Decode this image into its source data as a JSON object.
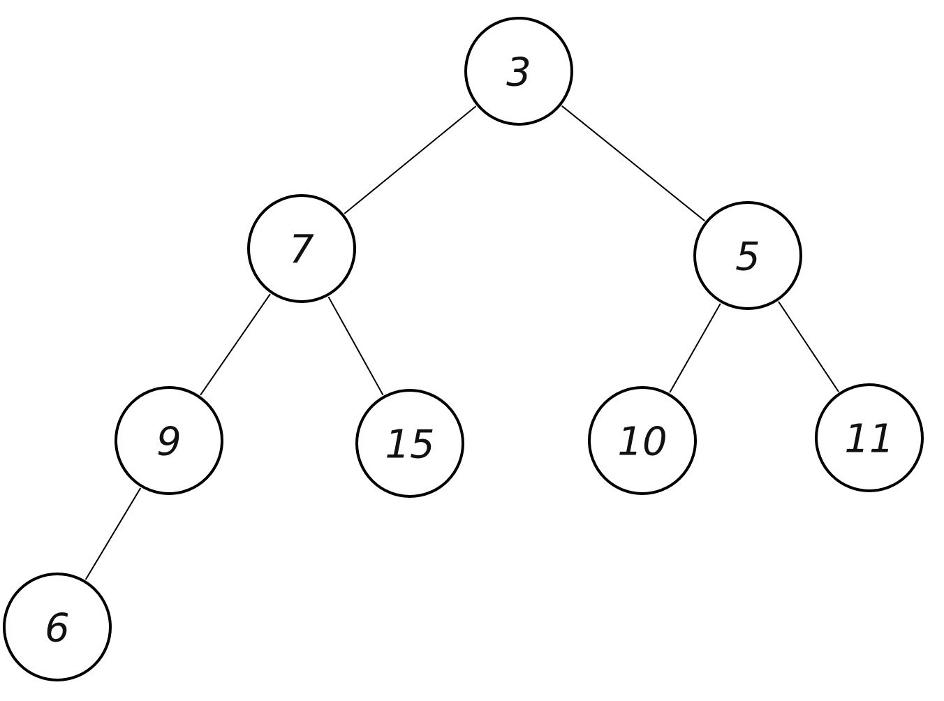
{
  "tree": {
    "nodes": [
      {
        "id": "n3",
        "label": "3"
      },
      {
        "id": "n7",
        "label": "7"
      },
      {
        "id": "n5",
        "label": "5"
      },
      {
        "id": "n9",
        "label": "9"
      },
      {
        "id": "n15",
        "label": "15"
      },
      {
        "id": "n10",
        "label": "10"
      },
      {
        "id": "n11",
        "label": "11"
      },
      {
        "id": "n6",
        "label": "6"
      }
    ],
    "edges": [
      {
        "from": "n3",
        "to": "n7"
      },
      {
        "from": "n3",
        "to": "n5"
      },
      {
        "from": "n7",
        "to": "n9"
      },
      {
        "from": "n7",
        "to": "n15"
      },
      {
        "from": "n5",
        "to": "n10"
      },
      {
        "from": "n5",
        "to": "n11"
      },
      {
        "from": "n9",
        "to": "n6"
      }
    ]
  }
}
